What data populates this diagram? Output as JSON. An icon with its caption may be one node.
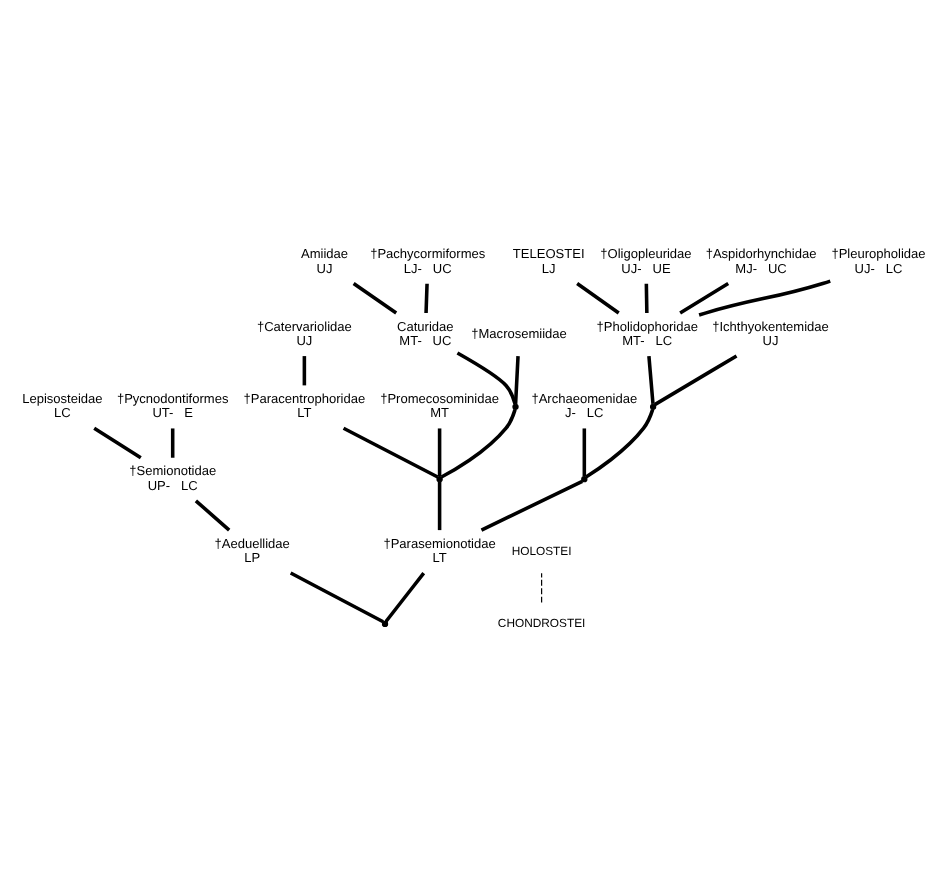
{
  "diagram": {
    "nodes": [
      {
        "text": [
          "Lepisosteidae"
        ],
        "beside": [
          "LC"
        ]
      },
      {
        "text": [
          "Amiidae"
        ],
        "beside": [
          "UJ"
        ]
      },
      {
        "text": [
          "TELEOSTEI"
        ],
        "beside": [
          "LJ"
        ]
      },
      {
        "text": [
          "†Pachycormiformes"
        ],
        "beside": [
          "LJ-",
          "UC"
        ]
      },
      {
        "text": [
          "†Oligopleuridae"
        ],
        "beside": [
          "UJ-",
          "UE"
        ]
      },
      {
        "text": [
          "†Aspidorhynchidae"
        ],
        "beside": [
          "MJ-",
          "UC"
        ]
      },
      {
        "text": [
          "†Pycnodontiformes"
        ],
        "beside": [
          "UT-",
          "E"
        ]
      },
      {
        "text": [
          "†Catervariolidae"
        ],
        "beside": [
          "UJ"
        ]
      },
      {
        "text": [
          "†Pleuropholidae"
        ],
        "beside": [
          "UJ-",
          "LC"
        ]
      },
      {
        "text": [
          "Caturidae"
        ],
        "beside": [
          "MT-",
          "UC"
        ]
      },
      {
        "text": [
          "†Pholidophoridae"
        ],
        "beside": [
          "MT-",
          "LC"
        ]
      },
      {
        "text": [
          "†Macrosemiidae"
        ]
      },
      {
        "text": [
          "†Semionotidae"
        ],
        "beside": [
          "UP-",
          "LC"
        ]
      },
      {
        "text": [
          "†Paracentrophoridae"
        ],
        "beside": [
          "LT"
        ]
      },
      {
        "text": [
          "†Ichthyokentemidae"
        ],
        "beside": [
          "UJ"
        ]
      },
      {
        "text": [
          "†Archaeomenidae"
        ],
        "beside": [
          "J-",
          "LC"
        ]
      },
      {
        "text": [
          "†Promecosominidae"
        ],
        "beside": [
          "MT"
        ]
      },
      {
        "text": [
          "†Aeduellidae"
        ],
        "beside": [
          "LP"
        ]
      },
      {
        "text": [
          "†Parasemionotidae"
        ],
        "beside": [
          "LT"
        ]
      },
      {
        "text": [],
        "shape": "point"
      },
      {
        "text": [],
        "shape": "point"
      },
      {
        "text": [],
        "shape": "point"
      },
      {
        "text": [],
        "shape": "point"
      },
      {
        "text": [],
        "shape": "point"
      }
    ],
    "edges": [
      {
        "from": 23,
        "to": 17,
        "arrow": "none"
      },
      {
        "from": 23,
        "to": 18,
        "arrow": "none"
      },
      {
        "from": 17,
        "to": 12,
        "arrow": "none"
      },
      {
        "from": 12,
        "to": 6,
        "arrow": "none"
      },
      {
        "from": 12,
        "to": 0,
        "arrow": "none"
      },
      {
        "from": 18,
        "to": 21,
        "arrow": "none"
      },
      {
        "from": 18,
        "to": 22,
        "arrow": "none"
      },
      {
        "from": 21,
        "to": 16,
        "arrow": "none"
      },
      {
        "from": 21,
        "to": 13,
        "arrow": "none"
      },
      {
        "from": 21,
        "to": 19,
        "arrow": "none"
      },
      {
        "from": 13,
        "to": 7,
        "arrow": "none"
      },
      {
        "from": 19,
        "to": 11,
        "arrow": "none"
      },
      {
        "from": 19,
        "to": 9,
        "arrow": "none"
      },
      {
        "from": 9,
        "to": 3,
        "arrow": "none"
      },
      {
        "from": 9,
        "to": 1,
        "arrow": "none"
      },
      {
        "from": 22,
        "to": 15,
        "arrow": "none"
      },
      {
        "from": 22,
        "to": 20,
        "arrow": "none"
      },
      {
        "from": 20,
        "to": 14,
        "arrow": "none"
      },
      {
        "from": 20,
        "to": 10,
        "arrow": "none"
      },
      {
        "from": 10,
        "to": 8,
        "arrow": "none"
      },
      {
        "from": 10,
        "to": 4,
        "arrow": "none"
      },
      {
        "from": 10,
        "to": 2,
        "arrow": "none"
      },
      {
        "from": 10,
        "to": 5,
        "arrow": "none"
      }
    ],
    "labels": [
      "HOLOSTEI",
      "CHONDROSTEI"
    ]
  }
}
